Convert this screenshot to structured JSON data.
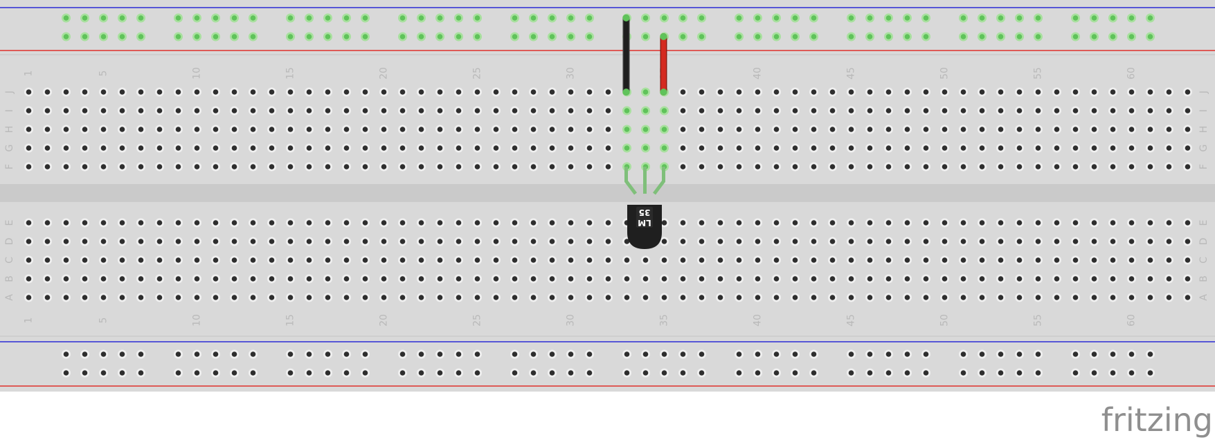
{
  "board": {
    "columns": 63,
    "top_rows": [
      "J",
      "I",
      "H",
      "G",
      "F"
    ],
    "bottom_rows": [
      "E",
      "D",
      "C",
      "B",
      "A"
    ],
    "column_labels": [
      "1",
      "5",
      "10",
      "15",
      "20",
      "25",
      "30",
      "35",
      "40",
      "45",
      "50",
      "55",
      "60"
    ],
    "rail_groups": 10,
    "rail_holes_per_group": 5,
    "colors": {
      "board": "#d9d9d9",
      "rail_blue": "#2b2bd6",
      "rail_red": "#e0302a",
      "hole": "#2e2e2e",
      "hole_ring": "#f0f0f0",
      "active_hole": "#5fc35a"
    }
  },
  "component": {
    "label": "LM 35",
    "color": "#1f1f1f",
    "leg_columns": [
      33,
      34,
      35
    ]
  },
  "wires": [
    {
      "name": "ground-wire",
      "color": "#222222",
      "from": "top rail row 1, column 33",
      "to": "J33"
    },
    {
      "name": "power-wire",
      "color": "#d42a20",
      "from": "top rail row 2, column 35",
      "to": "J35"
    }
  ],
  "highlighted": {
    "columns": [
      33,
      34,
      35
    ],
    "rows": [
      "J",
      "I",
      "H",
      "G",
      "F"
    ],
    "top_rail_group": 6
  },
  "brand": {
    "text": "fritzing"
  }
}
